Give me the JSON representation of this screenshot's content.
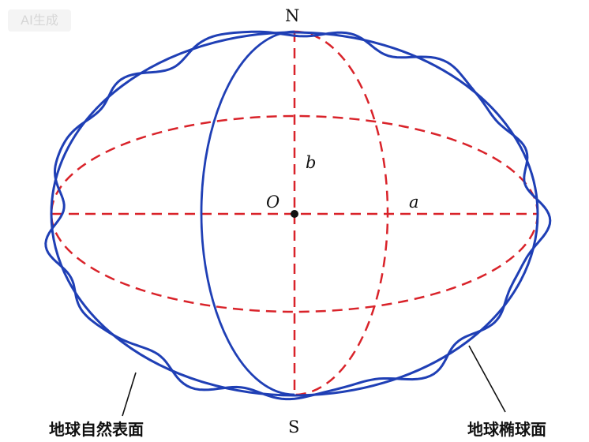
{
  "watermark": "AI生成",
  "labels": {
    "north": "N",
    "south": "S",
    "center": "O",
    "axis_a": "a",
    "axis_b": "b",
    "natural_surface": "地球自然表面",
    "ellipsoid_surface": "地球椭球面"
  },
  "colors": {
    "surface": "#1f3fb5",
    "dashed": "#d9232a",
    "text": "#111111"
  }
}
